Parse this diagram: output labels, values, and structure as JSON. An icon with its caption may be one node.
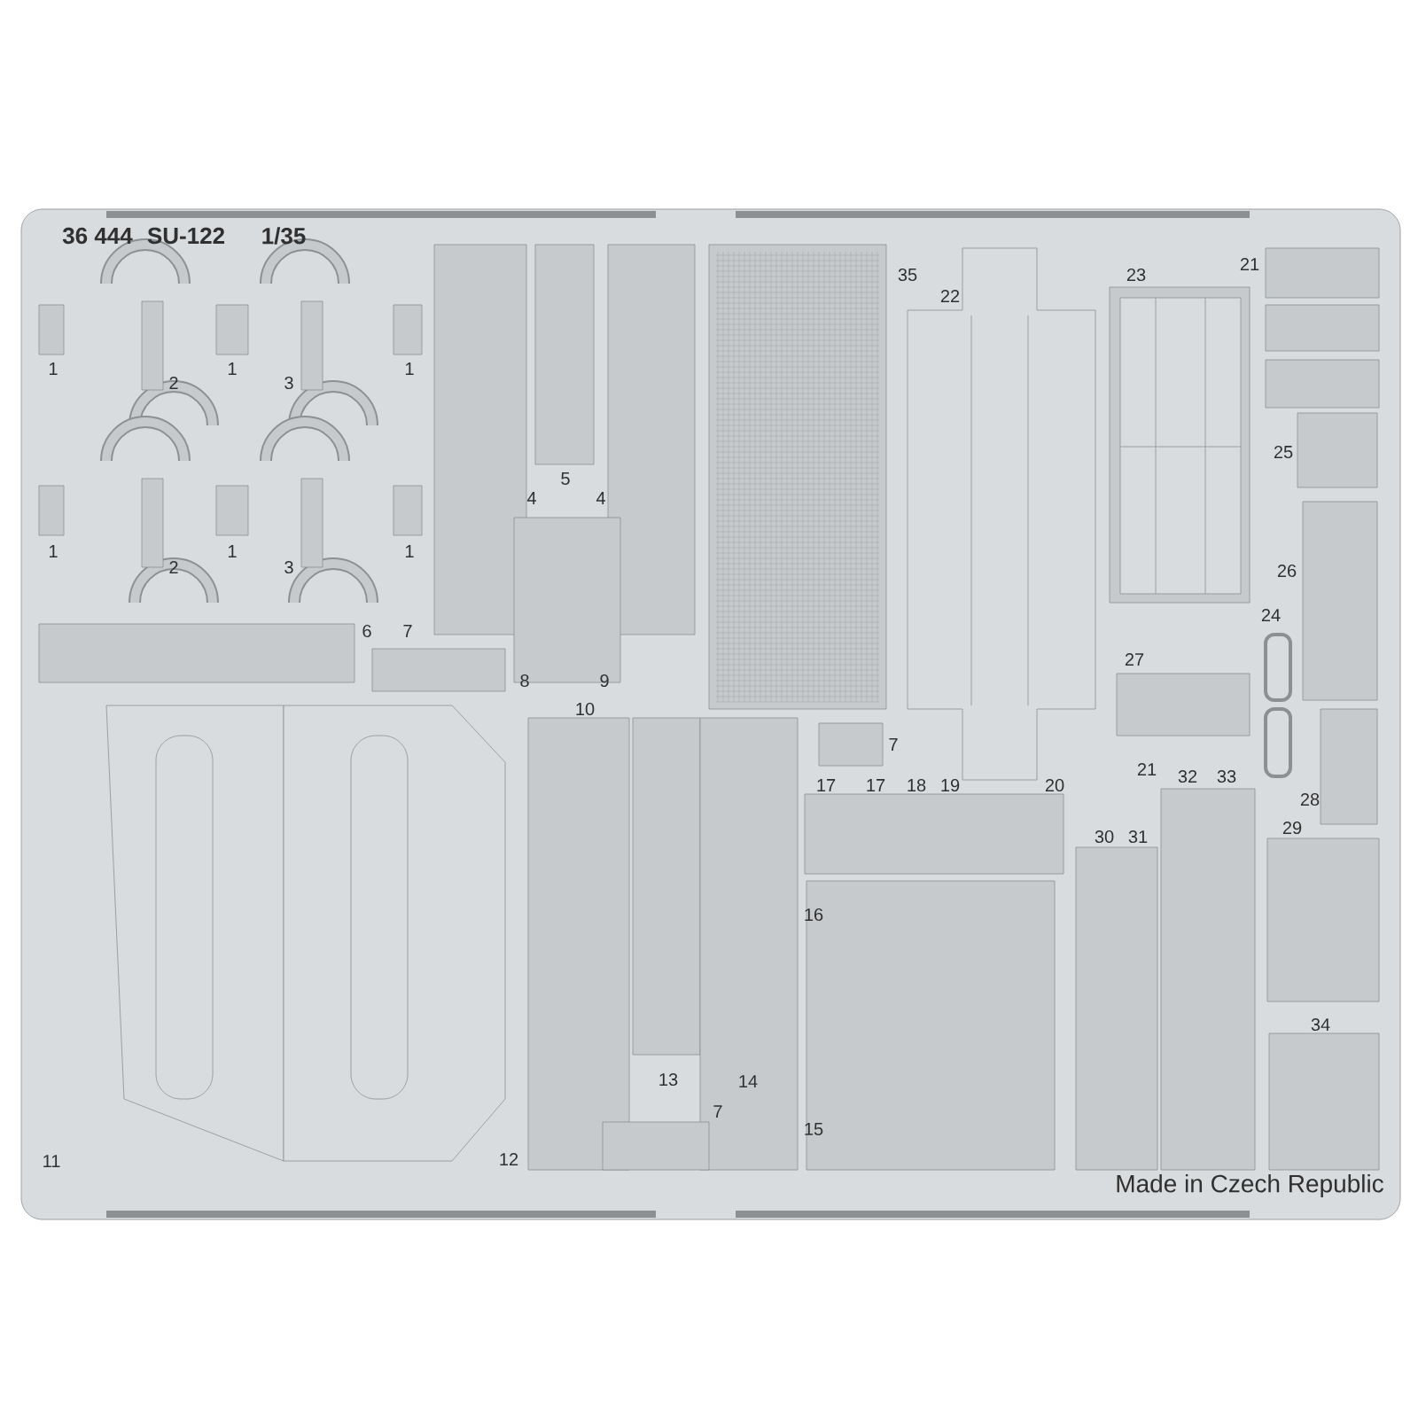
{
  "diagram": {
    "labels": [
      "36 444",
      "SU-122",
      "1/35",
      "35",
      "22",
      "23",
      "21",
      "1",
      "2",
      "1",
      "3",
      "1",
      "25",
      "4",
      "5",
      "4",
      "1",
      "2",
      "1",
      "3",
      "1",
      "26",
      "24",
      "6",
      "7",
      "8",
      "9",
      "27",
      "10",
      "7",
      "21",
      "28",
      "17",
      "17",
      "18",
      "19",
      "20",
      "32",
      "33",
      "30",
      "31",
      "29",
      "16",
      "34",
      "13",
      "14",
      "7",
      "15",
      "11",
      "12",
      "Made in Czech Republic"
    ]
  }
}
